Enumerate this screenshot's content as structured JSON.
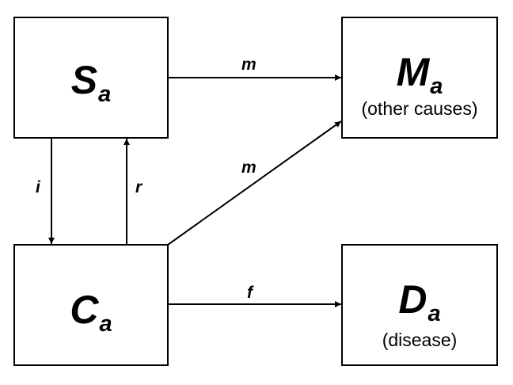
{
  "nodes": {
    "s": {
      "symbol": "S",
      "subscript": "a"
    },
    "m": {
      "symbol": "M",
      "subscript": "a",
      "caption": "(other causes)"
    },
    "c": {
      "symbol": "C",
      "subscript": "a"
    },
    "d": {
      "symbol": "D",
      "subscript": "a",
      "caption": "(disease)"
    }
  },
  "edges": {
    "s_to_m": "m",
    "c_to_m": "m",
    "c_to_d": "f",
    "s_to_c": "i",
    "c_to_s": "r"
  }
}
